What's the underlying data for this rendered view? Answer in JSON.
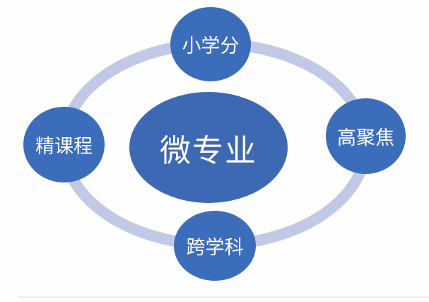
{
  "diagram": {
    "center": {
      "label": "微专业"
    },
    "nodes": [
      {
        "position": "top",
        "label": "小学分"
      },
      {
        "position": "left",
        "label": "精课程"
      },
      {
        "position": "right",
        "label": "高聚焦"
      },
      {
        "position": "bottom",
        "label": "跨学科"
      }
    ],
    "colors": {
      "background": "#fefefe",
      "node_fill": "#3b6dbb",
      "center_fill": "#3d69b4",
      "ring": "#c2c9e7",
      "text": "#ffffff"
    }
  }
}
